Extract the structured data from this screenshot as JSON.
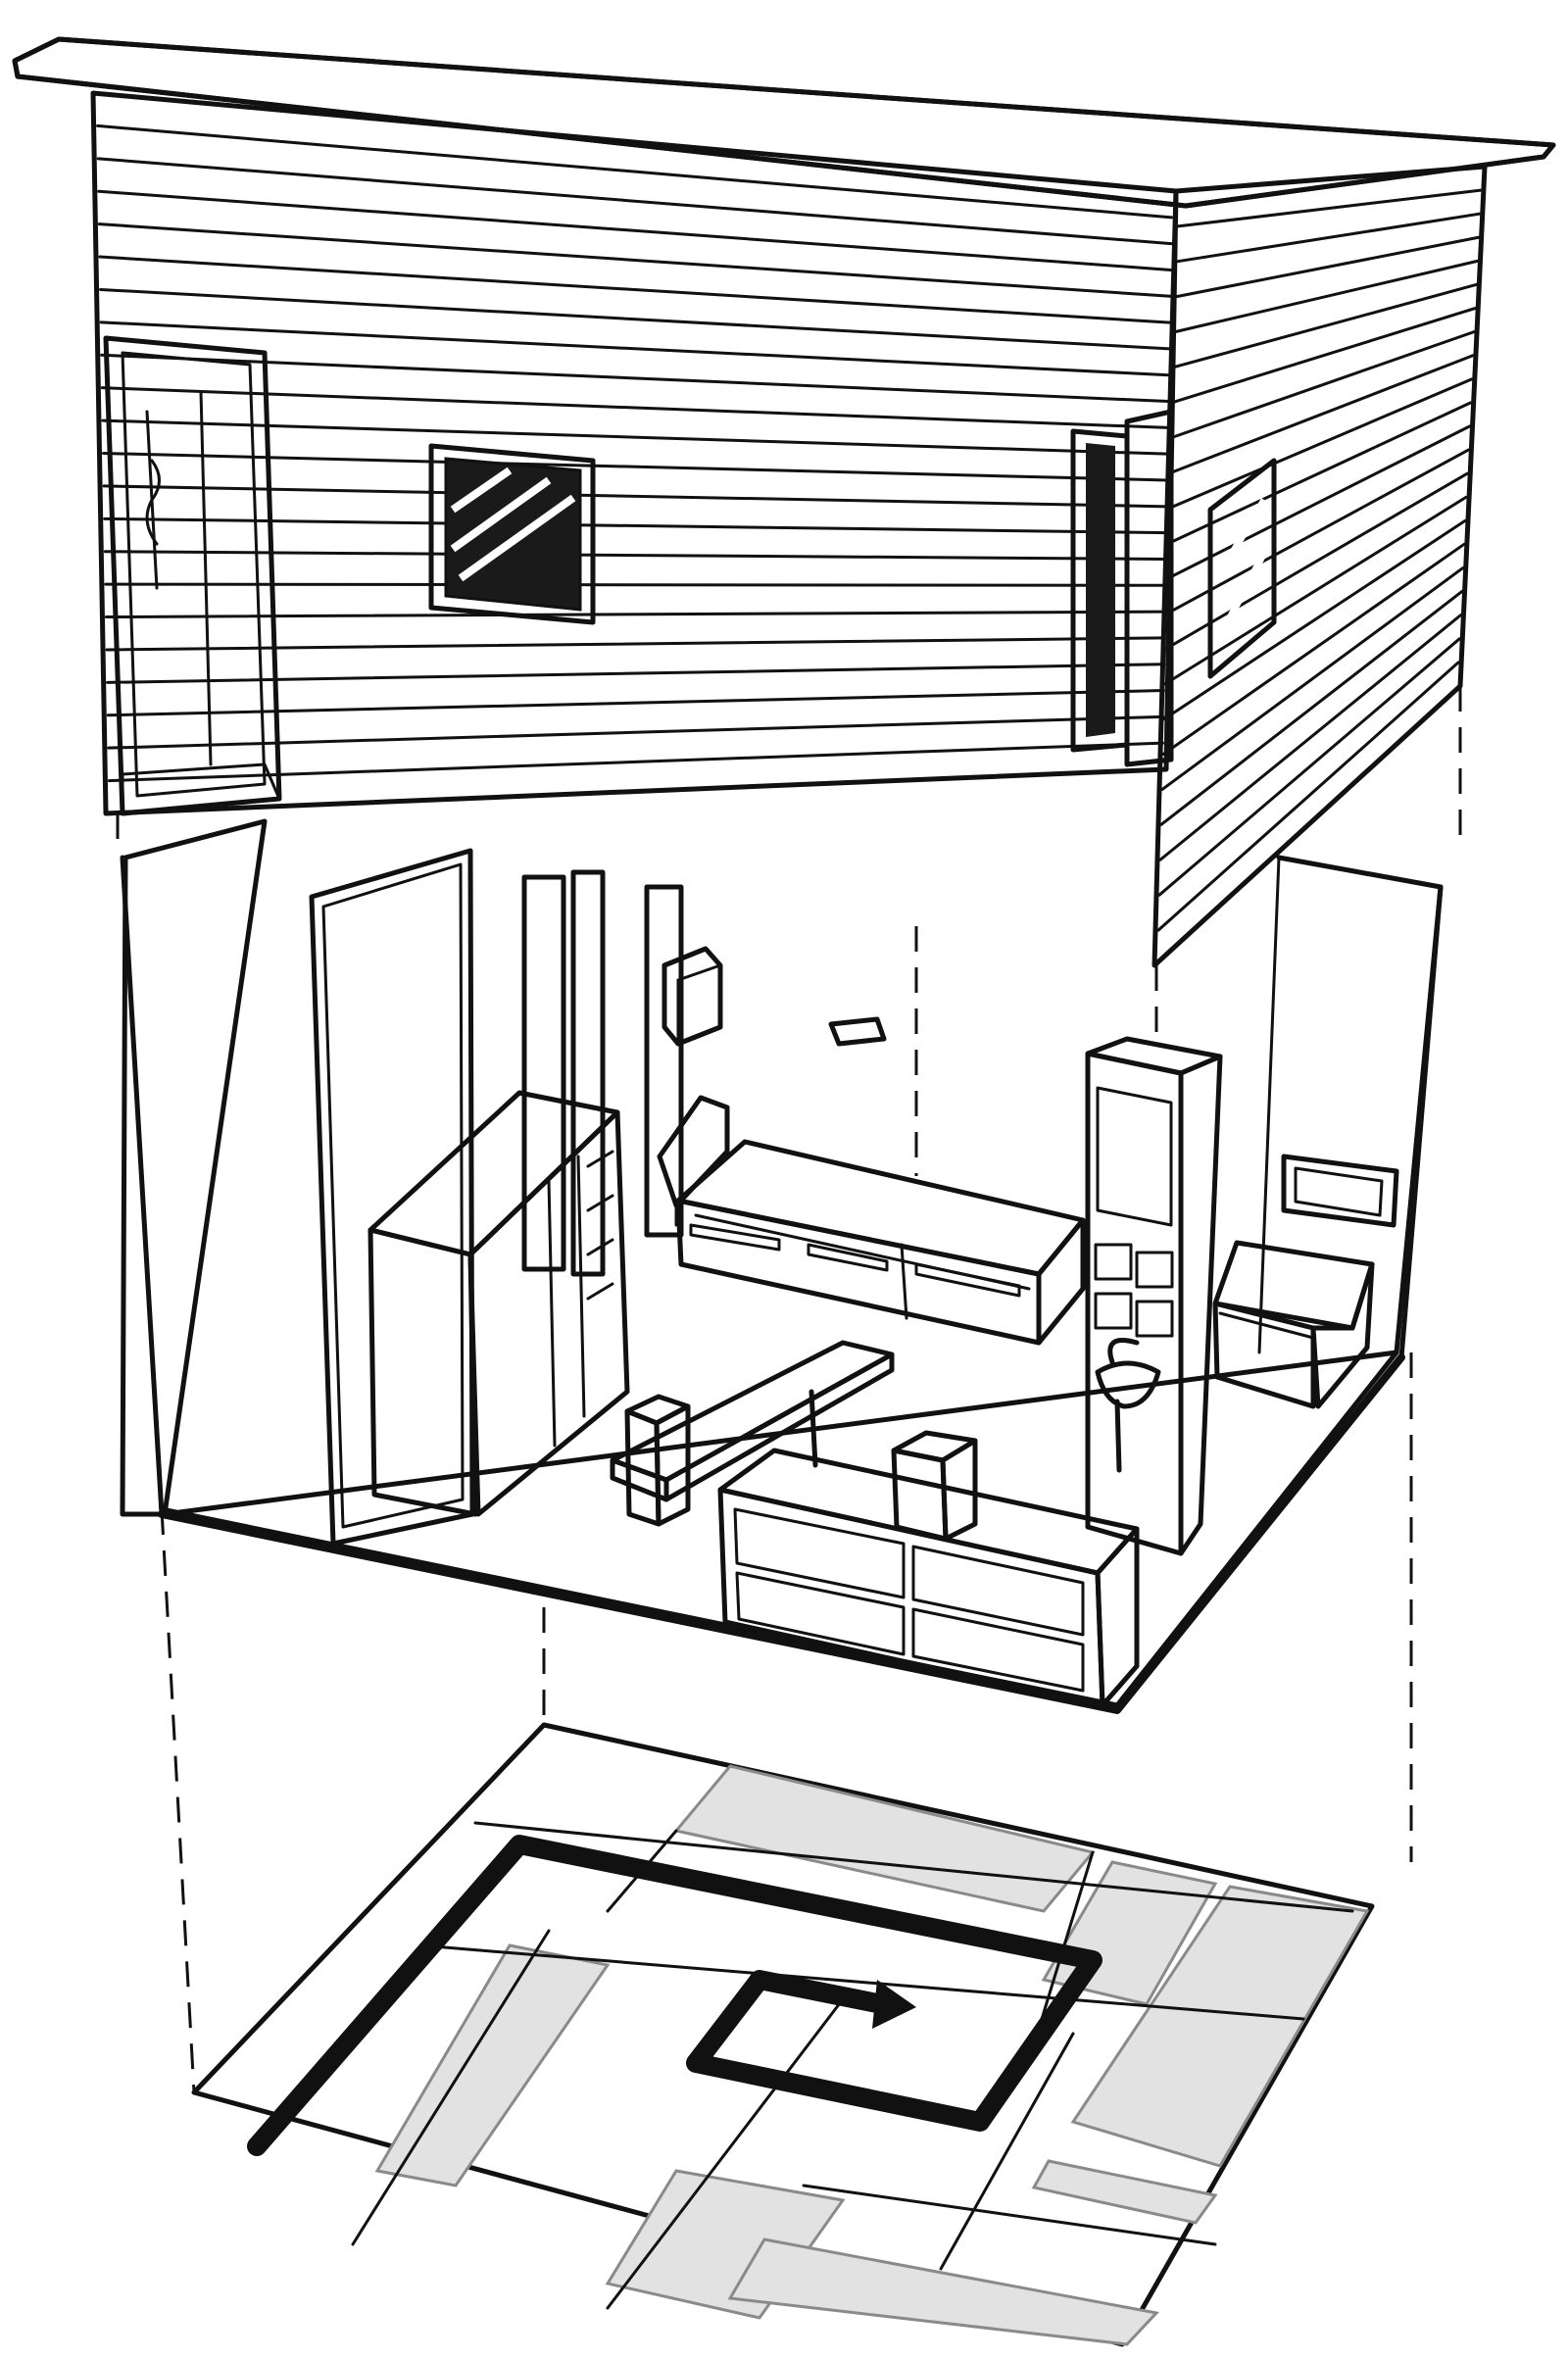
{
  "figure": {
    "kind": "exploded-isometric-view",
    "layers": [
      {
        "id": "shell",
        "description_label": ""
      },
      {
        "id": "interior",
        "description_label": ""
      },
      {
        "id": "floor-plan",
        "description_label": ""
      }
    ]
  },
  "colors": {
    "ink": "#111111",
    "background": "#ffffff",
    "zone_fill": "#e2e2e2",
    "zone_stroke": "#8a8a8a",
    "glass": "#1a1a1a"
  },
  "icons": {
    "circulation": "arrow-spiral-icon"
  }
}
